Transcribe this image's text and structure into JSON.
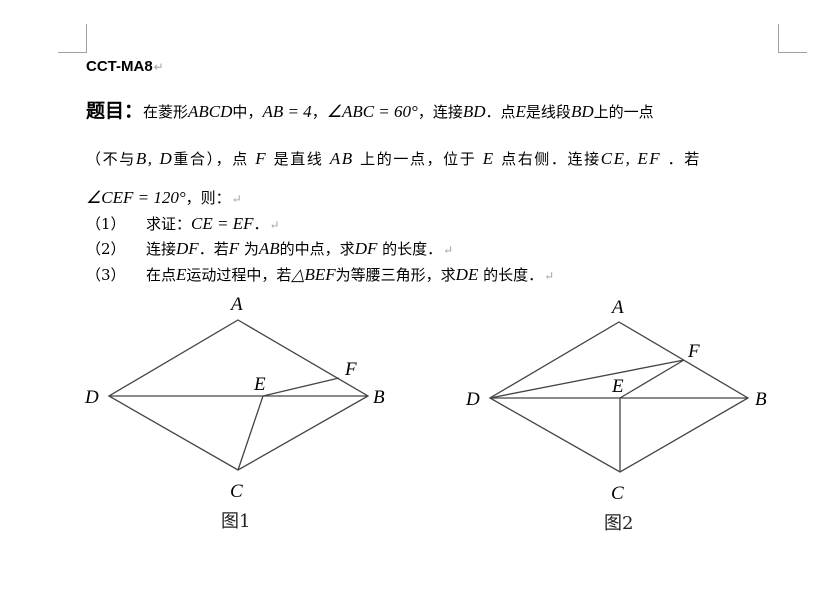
{
  "header": {
    "doc_code": "CCT-MA8",
    "para_mark": "↵"
  },
  "problem": {
    "label": "题目：",
    "line1": {
      "t1": "在菱形",
      "m1": "ABCD",
      "t2": "中，",
      "m2": "AB = 4",
      "t3": "，",
      "m3": "∠ABC = 60°",
      "t4": "，连接",
      "m4": "BD",
      "t5": "．点",
      "m5": "E",
      "t6": "是线段",
      "m6": "BD",
      "t7": "上的一点"
    },
    "line2": {
      "t1": "（不与",
      "m1": "B, D",
      "t2": "重合），点",
      "m2": "F",
      "t3": "是直线",
      "m3": "AB",
      "t4": "上的一点，位于",
      "m4": "E",
      "t5": "点右侧．连接",
      "m5": "CE, EF",
      "t6": "．若"
    },
    "line3": {
      "m1": "∠CEF = 120°",
      "t1": "，则："
    },
    "questions": [
      {
        "num": "（1）",
        "parts": [
          "求证：",
          "CE = EF",
          "．"
        ]
      },
      {
        "num": "（2）",
        "parts": [
          "连接",
          "DF",
          "．若",
          "F",
          "为",
          "AB",
          "的中点，求",
          "DF",
          "的长度．"
        ]
      },
      {
        "num": "（3）",
        "parts": [
          "在点",
          "E",
          "运动过程中，若",
          "△BEF",
          "为等腰三角形，求",
          "DE",
          "的长度．"
        ]
      }
    ]
  },
  "figures": [
    {
      "caption": "图1",
      "points": {
        "A": "A",
        "B": "B",
        "C": "C",
        "D": "D",
        "E": "E",
        "F": "F"
      }
    },
    {
      "caption": "图2",
      "points": {
        "A": "A",
        "B": "B",
        "C": "C",
        "D": "D",
        "E": "E",
        "F": "F"
      }
    }
  ]
}
